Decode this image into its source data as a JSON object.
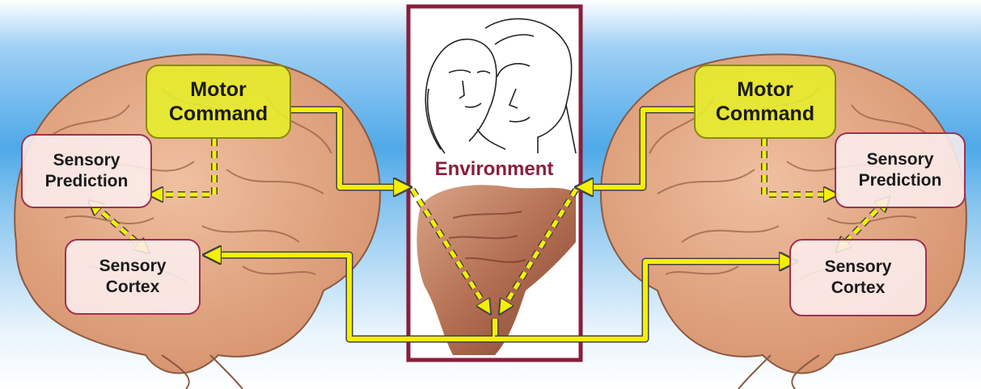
{
  "center": {
    "environment_label": "Environment"
  },
  "left": {
    "motor_command": "Motor\nCommand",
    "sensory_prediction": "Sensory\nPrediction",
    "sensory_cortex": "Sensory\nCortex"
  },
  "right": {
    "motor_command": "Motor\nCommand",
    "sensory_prediction": "Sensory\nPrediction",
    "sensory_cortex": "Sensory\nCortex"
  },
  "colors": {
    "sky_top": "#4fa9e8",
    "sky_bottom": "#ffffff",
    "brain": "#e6a882",
    "arrow": "#f4f000",
    "frame": "#8a1e3c",
    "motor_fill": "#e6ee28",
    "sensory_border": "#a03050"
  }
}
